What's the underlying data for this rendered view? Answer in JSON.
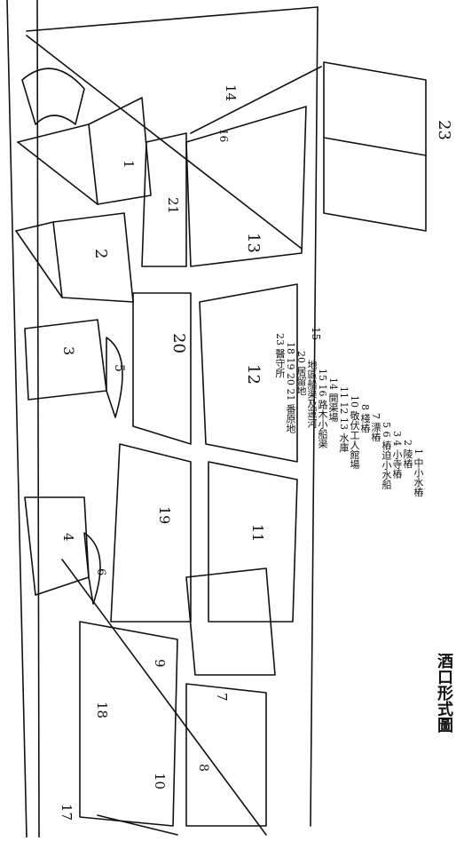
{
  "legend": {
    "title": "酒口形式圖",
    "items": [
      "1 中小水樁",
      "2 陵樁",
      "3 4 小寺樁",
      "5 6 樁迫小水船",
      "7 漂樁",
      "8 棧樁",
      "10 敬伏工人館場",
      "11 12 13 水庫",
      "14 開渠場",
      "15 16 路木小船渠",
      "地區船渠及運河",
      "20 居留地",
      "18 19 20 21 番原地",
      "23 醫守所"
    ]
  },
  "diagram": {
    "labels": {
      "n1": "1",
      "n2": "2",
      "n3": "3",
      "n4": "4",
      "n5": "5",
      "n6": "6",
      "n7": "7",
      "n8": "8",
      "n9": "9",
      "n10": "10",
      "n11": "11",
      "n12": "12",
      "n13": "13",
      "n14": "14",
      "n15": "15",
      "n16": "16",
      "n17": "17",
      "n18": "18",
      "n19": "19",
      "n20": "20",
      "n21": "21",
      "n23": "23"
    }
  }
}
